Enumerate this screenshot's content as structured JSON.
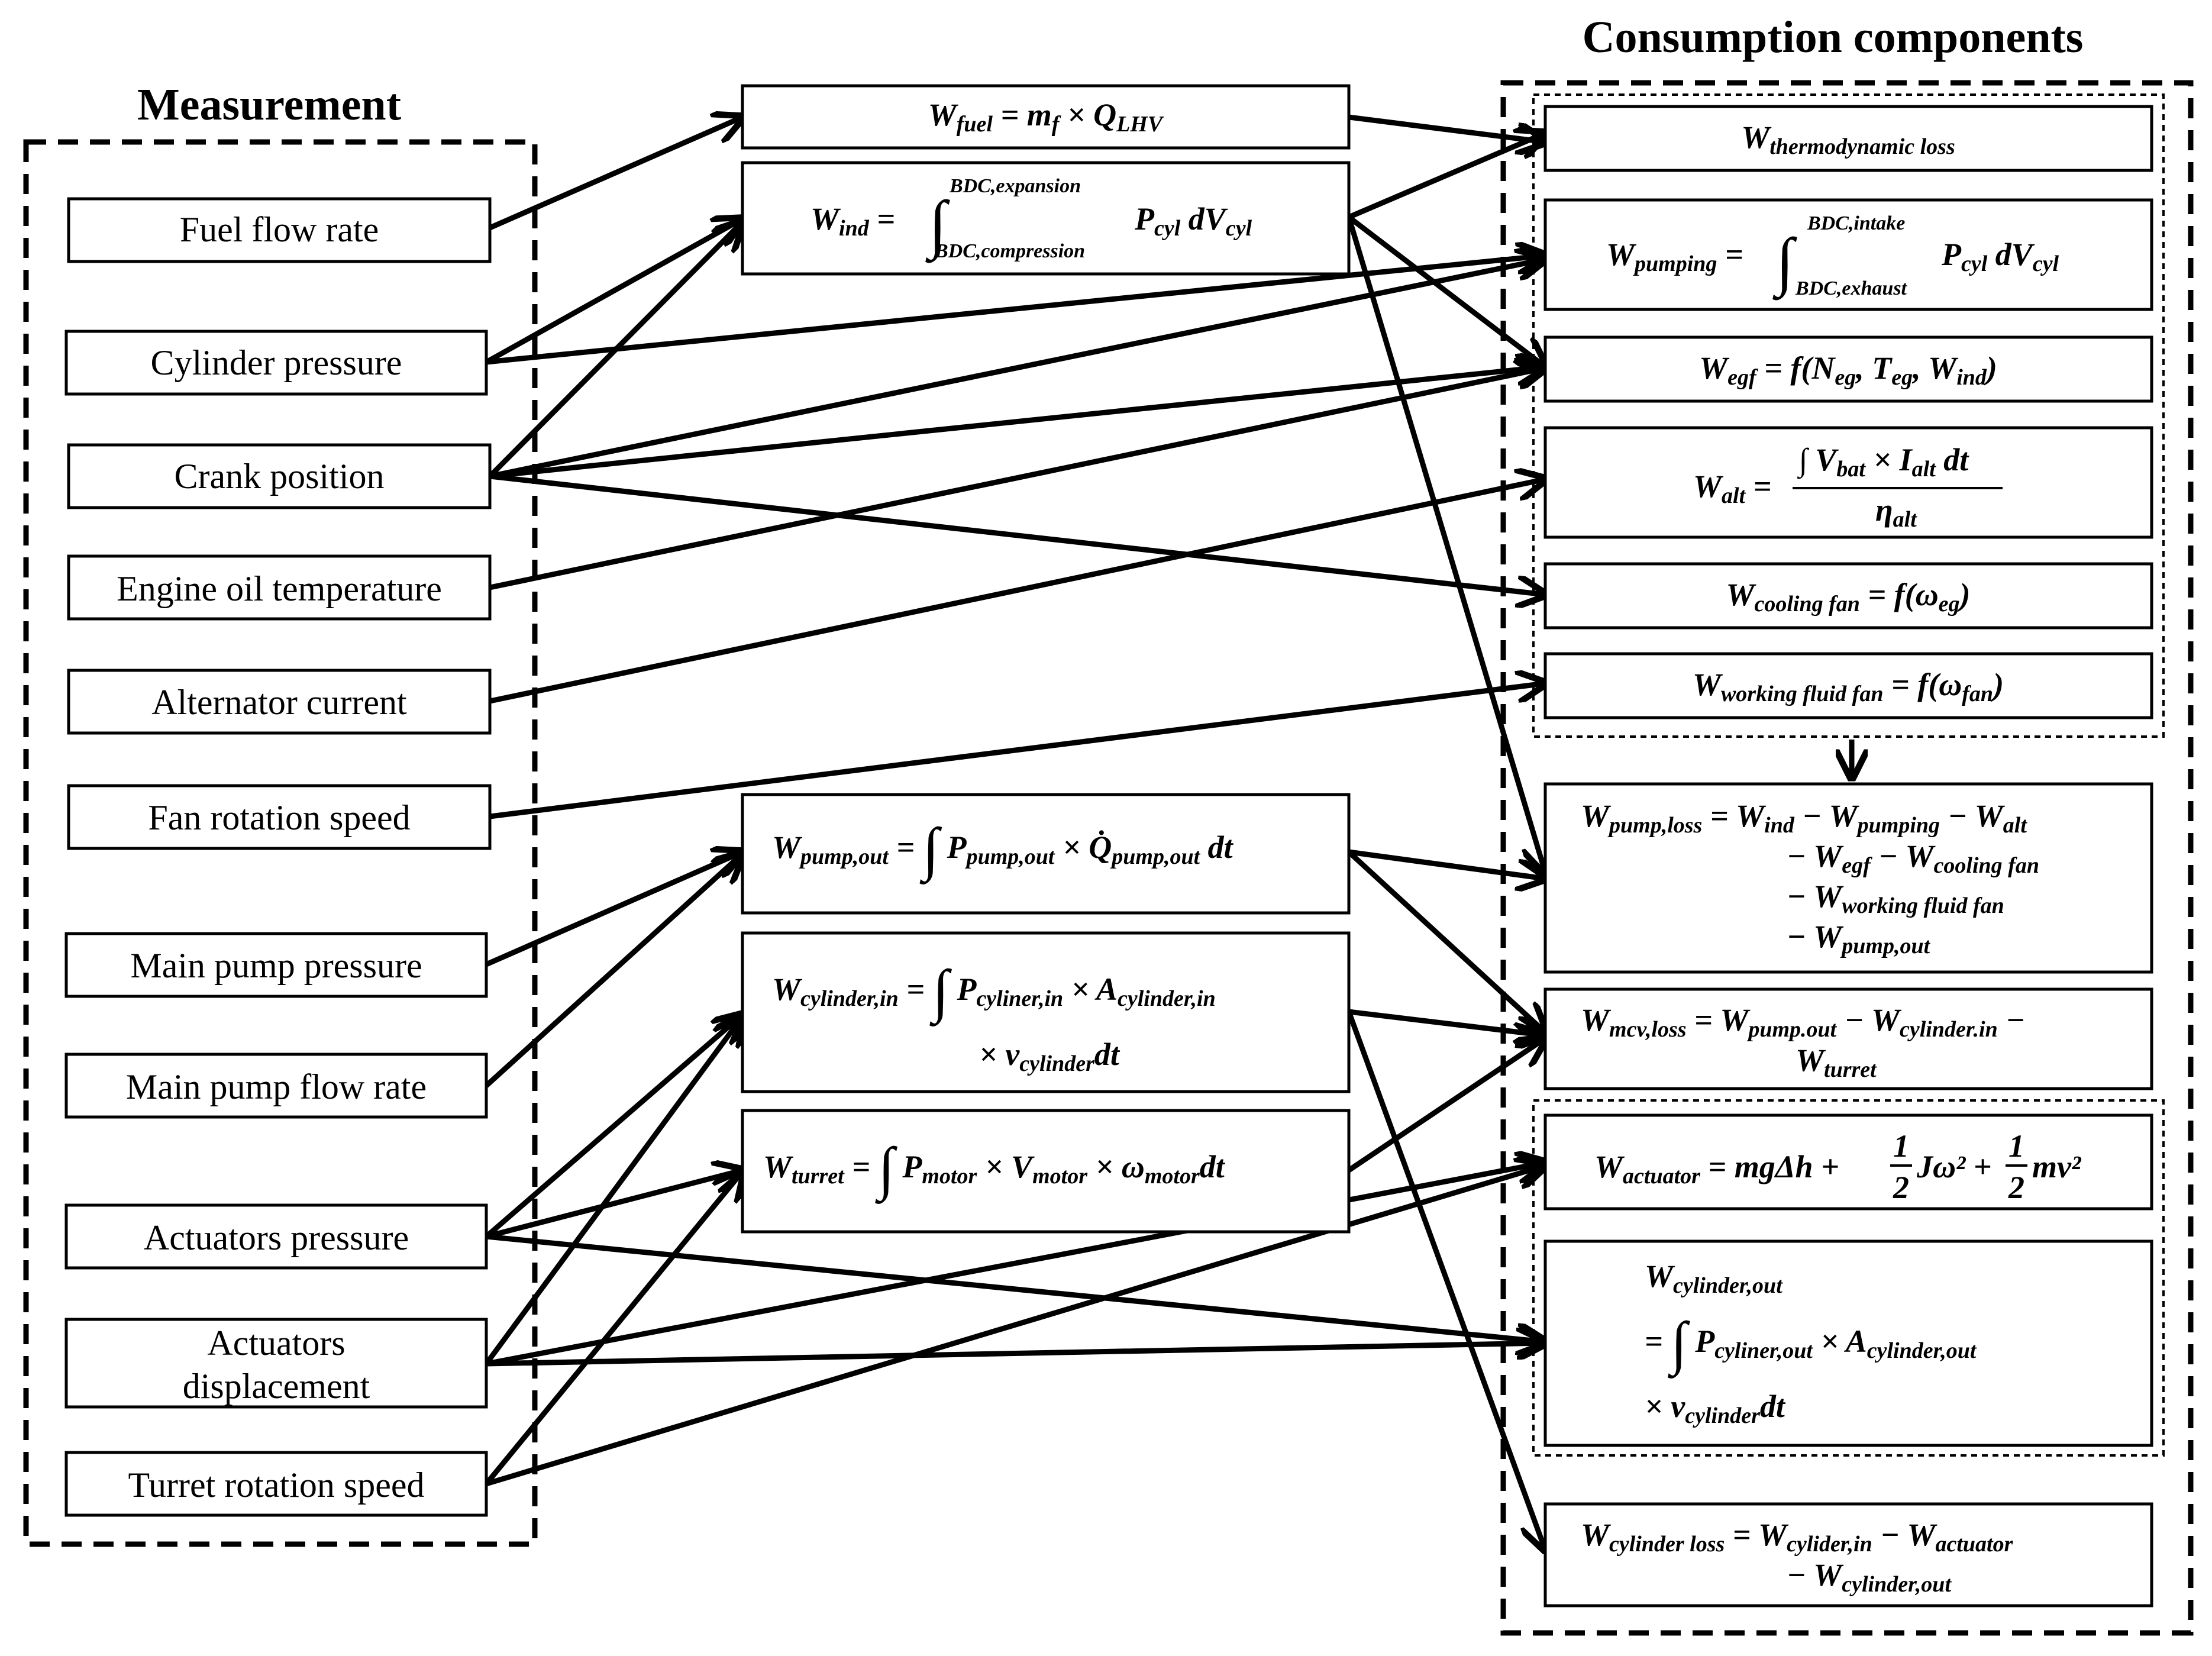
{
  "titles": {
    "measurement": "Measurement",
    "consumption": "Consumption components"
  },
  "measurements": [
    "Fuel flow rate",
    "Cylinder pressure",
    "Crank position",
    "Engine oil temperature",
    "Alternator current",
    "Fan rotation speed",
    "Main pump pressure",
    "Main pump flow rate",
    "Actuators pressure",
    "Actuators displacement",
    "Turret rotation speed"
  ],
  "intermediate_equations": {
    "fuel": "W_fuel = m_f × Q_LHV",
    "ind": "W_ind = ∫_{BDC,compression}^{BDC,expansion} P_cyl dV_cyl",
    "pump_out": "W_pump,out = ∫ P_pump,out × Q̇_pump,out dt",
    "cylinder_in": "W_cylinder,in = ∫ P_cyliner,in × A_cylinder,in × v_cylinder dt",
    "turret": "W_turret = ∫ P_motor × V_motor × ω_motor dt"
  },
  "consumption_equations": {
    "thermo": "W_thermodynamic loss",
    "pumping": "W_pumping = ∫_{BDC,exhaust}^{BDC,intake} P_cyl dV_cyl",
    "egf": "W_egf = f(N_eg, T_eg, W_ind)",
    "alt": "W_alt = ∫ V_bat × I_alt dt / η_alt",
    "cooling_fan": "W_cooling fan = f(ω_eg)",
    "working_fluid_fan": "W_working fluid fan = f(ω_fan)",
    "pump_loss": "W_pump,loss = W_ind − W_pumping − W_alt − W_egf − W_cooling fan − W_working fluid fan − W_pump,out",
    "mcv_loss": "W_mcv,loss = W_pump.out − W_cylinder.in − W_turret",
    "actuator": "W_actuator = mgΔh + 1/2 Jω² + 1/2 mv²",
    "cylinder_out": "W_cylinder,out = ∫ P_cyliner,out × A_cylinder,out × v_cylinder dt",
    "cylinder_loss": "W_cylinder loss = W_cylider,in − W_actuator − W_cylinder,out"
  }
}
